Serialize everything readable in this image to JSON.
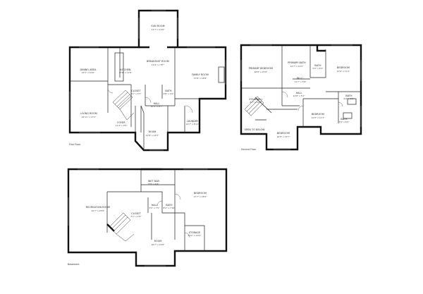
{
  "floors": {
    "first": {
      "label": "First Floor",
      "rooms": {
        "sun": {
          "name": "SUN ROOM",
          "dims": "13'7\" x 13'8\""
        },
        "breakfast": {
          "name": "BREAKFAST ROOM",
          "dims": "11'6\" x 7'8\"\""
        },
        "dining": {
          "name": "DINING AREA",
          "dims": "13'5\" x 10'6\""
        },
        "kitchen": {
          "name": "KITCHEN",
          "dims": "17'6\" x 11'6\""
        },
        "family": {
          "name": "FAMILY ROOM",
          "dims": "17'8\" x 18'8\""
        },
        "living": {
          "name": "LIVING ROOM",
          "dims": "19'11\" x 17'2\""
        },
        "closet1": {
          "name": "CLOSET",
          "dims": "4'1\" x 3'7\""
        },
        "bath1": {
          "name": "BATH",
          "dims": "4'8\" x 4'0\""
        },
        "hall1": {
          "name": "HALL",
          "dims": "10'4\" x 8'7\""
        },
        "foyer": {
          "name": "FOYER",
          "dims": "11'4\" x 9'5\""
        },
        "room1": {
          "name": "ROOM",
          "dims": "12'8\" x 14'5\""
        },
        "laundry": {
          "name": "LAUNDRY",
          "dims": "12'7\" x 8'11\""
        }
      }
    },
    "second": {
      "label": "Second Floor",
      "rooms": {
        "primary_bed": {
          "name": "PRIMARY BEDROOM",
          "dims": "16'8\" x 21'8\""
        },
        "primary_bath": {
          "name": "PRIMARY BATH",
          "dims": "12'7\" x 11'5\""
        },
        "bath_small": {
          "name": "BATH",
          "dims": "5'0\" x 6'2\""
        },
        "bedroom_ne": {
          "name": "BEDROOM",
          "dims": "11'6\" x 11'2\""
        },
        "wic": {
          "name": "W.I.C.",
          "dims": "11'7\" x 5'8\""
        },
        "hall2": {
          "name": "HALL",
          "dims": "14'8\" x 5'2\""
        },
        "bath_e": {
          "name": "BATH",
          "dims": "9'0\" x 8'0\""
        },
        "bath_se": {
          "name": "BATH",
          "dims": "7'6\" x 6'2\""
        },
        "stairwell": {
          "name": "STAIRWELL",
          "dims": "8'7\" x 14'7\""
        },
        "bedroom_mid": {
          "name": "BEDROOM",
          "dims": "12'0\" x 11'3\""
        },
        "bedroom_s": {
          "name": "BEDROOM",
          "dims": "10'8\" x 13'7\""
        },
        "open_below": {
          "name": "OPEN TO BELOW",
          "dims": ""
        }
      }
    },
    "basement": {
      "label": "Basement",
      "rooms": {
        "wet_bar": {
          "name": "WET BAR",
          "dims": "8'8\" x 4'9\""
        },
        "bedroom_b": {
          "name": "BEDROOM",
          "dims": "17'7\" x 18'9\""
        },
        "recreation": {
          "name": "RECREATION ROOM",
          "dims": "22'7\" x 25'8\""
        },
        "hall_b": {
          "name": "HALL",
          "dims": "3'5\" x 7'5\""
        },
        "bath_b": {
          "name": "BATH",
          "dims": "8'2\" x 7'10\""
        },
        "closet_b": {
          "name": "CLOSET",
          "dims": "3'1\" x 2'9\""
        },
        "storage": {
          "name": "STORAGE",
          "dims": "8'11\" x 10'5\""
        },
        "room_b": {
          "name": "ROOM",
          "dims": "16'7\" x 14'8\""
        }
      }
    }
  }
}
